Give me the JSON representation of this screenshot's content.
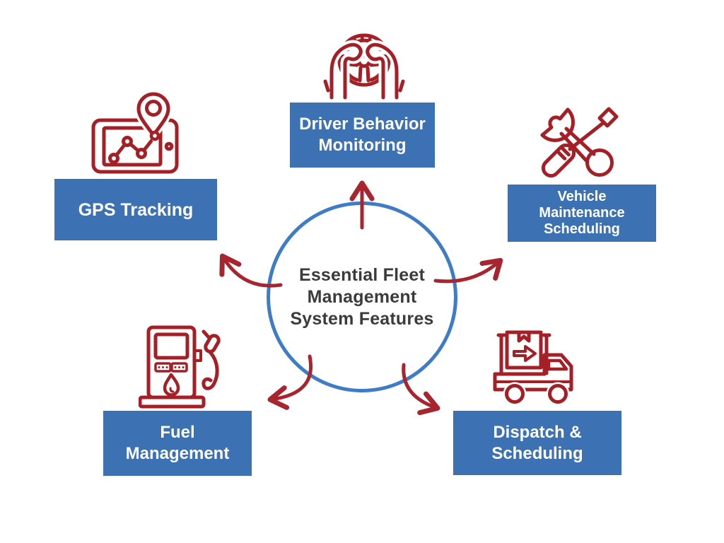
{
  "title": "Essential Fleet Management System Features",
  "center": {
    "title_lines": [
      "Essential Fleet",
      "Management",
      "System Features"
    ]
  },
  "colors": {
    "icon_red": "#A41F26",
    "arrow_red": "#A8242F",
    "box_blue": "#3C72B4",
    "circle_blue": "#3E7CC7",
    "center_text": "#3B3B3B",
    "label_text": "#FFFFFF",
    "background": "#FFFFFF"
  },
  "features": [
    {
      "id": "driver-behavior-monitoring",
      "label": "Driver Behavior Monitoring",
      "label_lines": [
        "Driver Behavior",
        "Monitoring"
      ],
      "icon": "steering-wheel-hands-icon",
      "position": "top"
    },
    {
      "id": "gps-tracking",
      "label": "GPS Tracking",
      "label_lines": [
        "GPS Tracking"
      ],
      "icon": "gps-tablet-map-pin-icon",
      "position": "left"
    },
    {
      "id": "vehicle-maintenance-scheduling",
      "label": "Vehicle Maintenance Scheduling",
      "label_lines": [
        "Vehicle",
        "Maintenance",
        "Scheduling"
      ],
      "icon": "wrench-screwdriver-icon",
      "position": "right"
    },
    {
      "id": "fuel-management",
      "label": "Fuel Management",
      "label_lines": [
        "Fuel",
        "Management"
      ],
      "icon": "fuel-pump-icon",
      "position": "bottom-left"
    },
    {
      "id": "dispatch-scheduling",
      "label": "Dispatch & Scheduling",
      "label_lines": [
        "Dispatch &",
        "Scheduling"
      ],
      "icon": "delivery-truck-icon",
      "position": "bottom-right"
    }
  ]
}
